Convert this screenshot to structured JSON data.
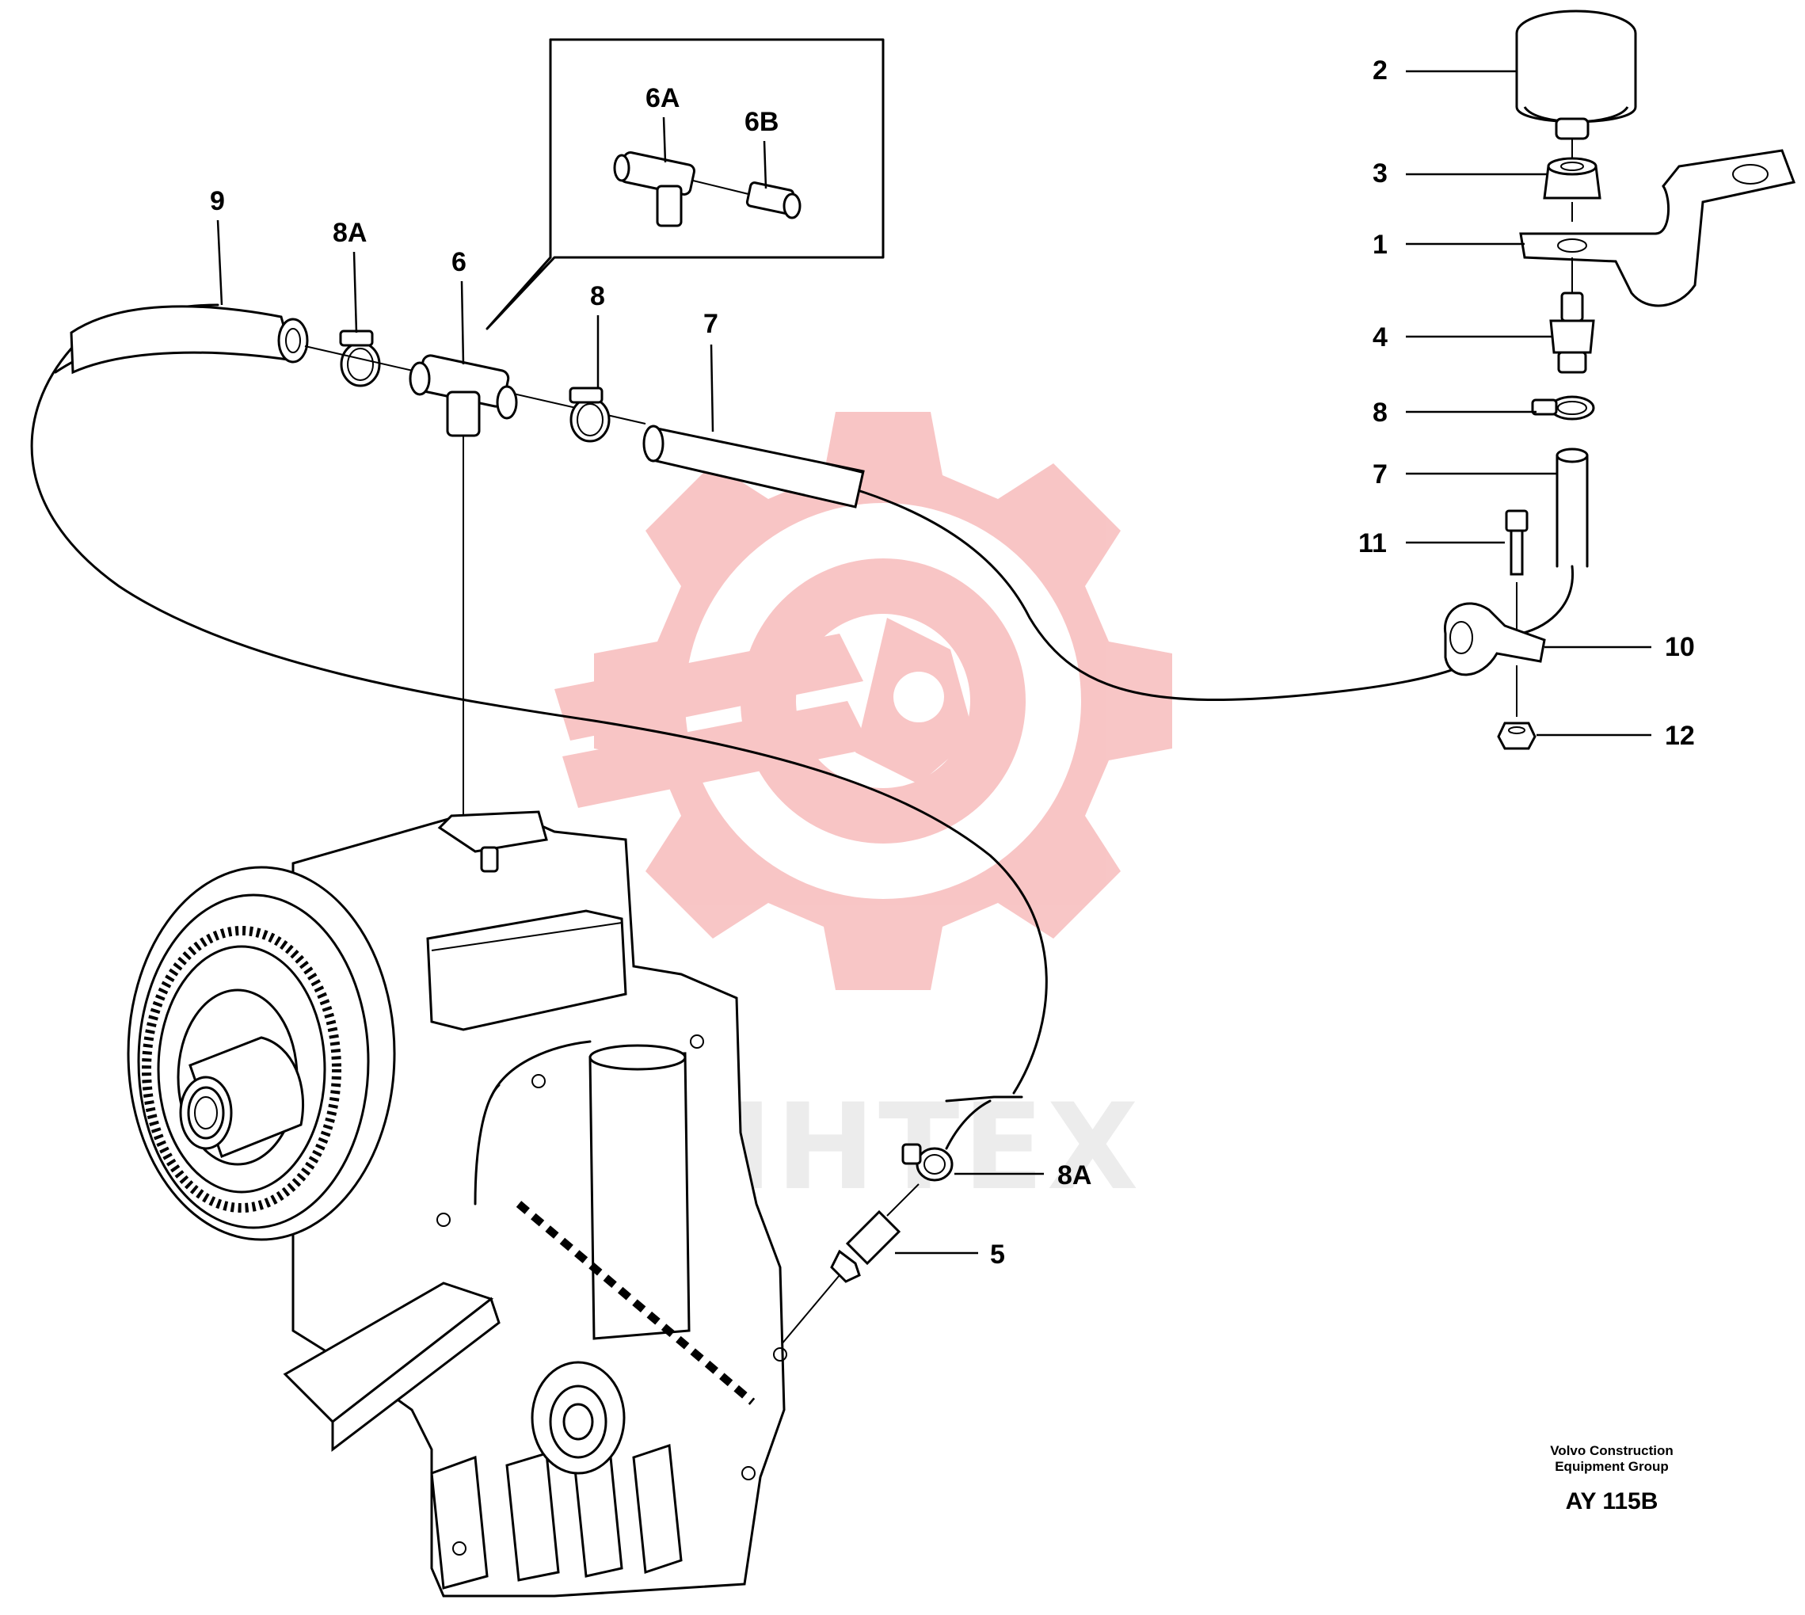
{
  "labels": {
    "l1": "1",
    "l2": "2",
    "l3": "3",
    "l4": "4",
    "l5": "5",
    "l6": "6",
    "l6a": "6A",
    "l6b": "6B",
    "l7_left": "7",
    "l7_right": "7",
    "l8_left": "8",
    "l8_right": "8",
    "l8a_left": "8A",
    "l8a_bottom": "8A",
    "l9": "9",
    "l10": "10",
    "l11": "11",
    "l12": "12"
  },
  "caption": {
    "line1": "Volvo Construction",
    "line2": "Equipment Group",
    "code": "AY 115B"
  },
  "watermark": {
    "text": "ИНТЕХ",
    "color": "#f08080",
    "icon": "gear-wrench-logo-icon"
  }
}
